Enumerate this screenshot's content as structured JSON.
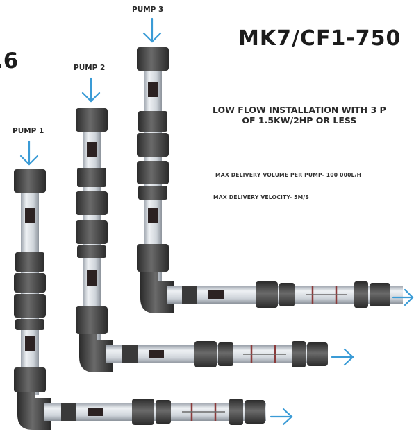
{
  "title": "MK7/CF1-750",
  "clipped_heading": ".6",
  "description": [
    "LOW FLOW INSTALLATION WITH 3 P",
    "OF 1.5KW/2HP OR LESS"
  ],
  "specs": [
    "MAX DELIVERY VOLUME PER PUMP- 100 000L/H",
    "MAX DELIVERY VELOCITY- 5M/S"
  ],
  "pumps": [
    "PUMP 1",
    "PUMP 2",
    "PUMP 3"
  ],
  "colors": {
    "pipe_fitting": "#4a4a4a",
    "clear_pipe": "#d9dde3",
    "arrow": "#3a9bd6",
    "flow_marker": "#8b3a3a"
  }
}
